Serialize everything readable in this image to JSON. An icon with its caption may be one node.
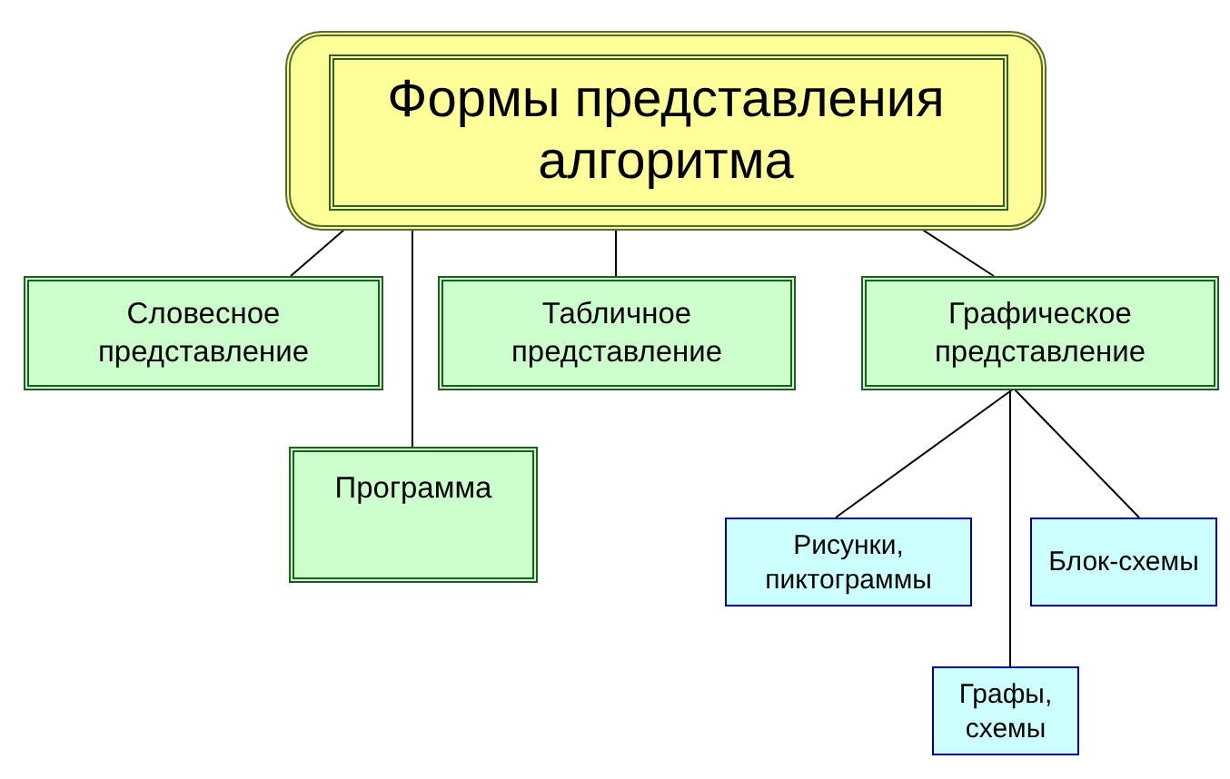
{
  "diagram": {
    "nodes": [
      {
        "text": [
          "Формы представления алгоритма"
        ]
      },
      {
        "text": [
          "Словесное представление"
        ]
      },
      {
        "text": [
          "Программа"
        ]
      },
      {
        "text": [
          "Табличное представление"
        ]
      },
      {
        "text": [
          "Графическое представление"
        ]
      },
      {
        "text": [
          "Рисунки, пиктограммы"
        ]
      },
      {
        "text": [
          "Блок-схемы"
        ]
      },
      {
        "text": [
          "Графы, схемы"
        ]
      }
    ],
    "edges": [
      {
        "from": 0,
        "to": 1,
        "arrow": "none"
      },
      {
        "from": 0,
        "to": 2,
        "arrow": "none"
      },
      {
        "from": 0,
        "to": 3,
        "arrow": "none"
      },
      {
        "from": 0,
        "to": 4,
        "arrow": "none"
      },
      {
        "from": 4,
        "to": 5,
        "arrow": "none"
      },
      {
        "from": 4,
        "to": 7,
        "arrow": "none"
      },
      {
        "from": 4,
        "to": 6,
        "arrow": "none"
      }
    ]
  }
}
